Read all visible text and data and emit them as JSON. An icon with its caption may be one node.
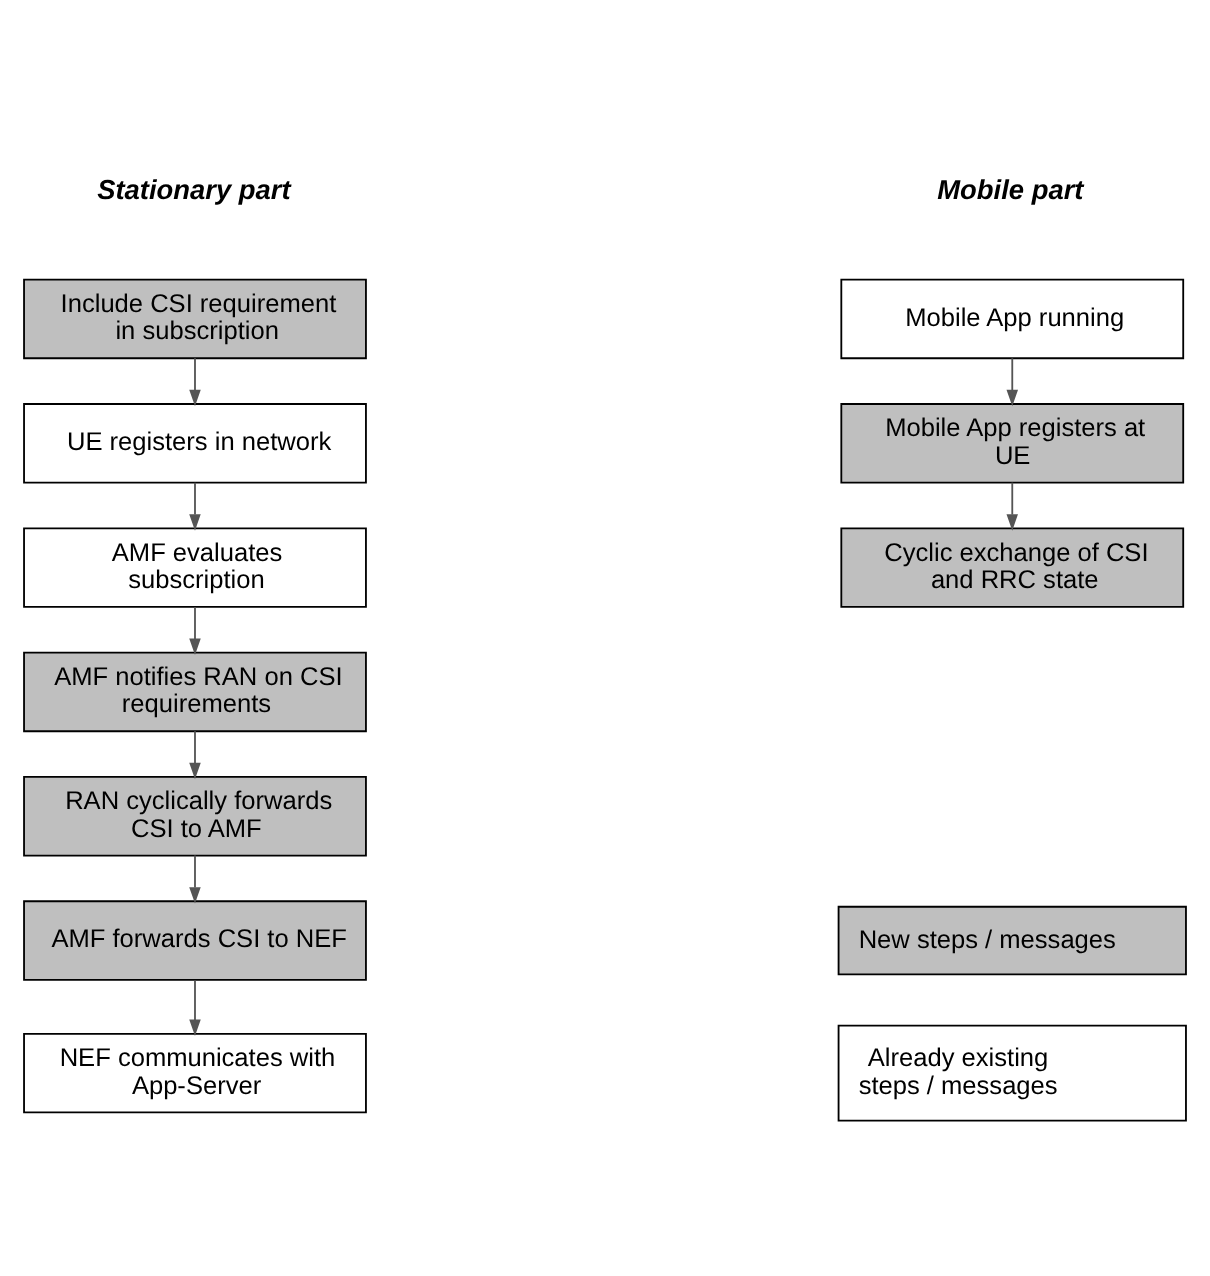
{
  "diagram": {
    "nodes": [
      {
        "text": [
          "Include CSI requirement in subscription"
        ]
      },
      {
        "text": [
          "UE registers in network"
        ]
      },
      {
        "text": [
          "AMF evaluates subscription"
        ]
      },
      {
        "text": [
          "AMF notifies RAN on CSI requirements"
        ]
      },
      {
        "text": [
          "RAN cyclically forwards CSI to AMF"
        ]
      },
      {
        "text": [
          "AMF forwards CSI to NEF"
        ]
      },
      {
        "text": [
          "NEF communicates with App-Server"
        ]
      },
      {
        "text": [
          "Mobile App running"
        ]
      },
      {
        "text": [
          "Mobile App registers at UE"
        ]
      },
      {
        "text": [
          "Cyclic exchange of CSI and RRC state"
        ]
      }
    ],
    "edges": [
      {
        "from": 0,
        "to": 1,
        "arrow": "to"
      },
      {
        "from": 1,
        "to": 2,
        "arrow": "to"
      },
      {
        "from": 2,
        "to": 3,
        "arrow": "to"
      },
      {
        "from": 3,
        "to": 4,
        "arrow": "to"
      },
      {
        "from": 4,
        "to": 5,
        "arrow": "to"
      },
      {
        "from": 5,
        "to": 6,
        "arrow": "to"
      },
      {
        "from": 7,
        "to": 8,
        "arrow": "to"
      },
      {
        "from": 8,
        "to": 9,
        "arrow": "to"
      }
    ],
    "labels": [
      "Stationary part",
      "Mobile part"
    ],
    "legend": [
      {
        "text": "New steps / messages",
        "color": "#bfbfbf"
      },
      {
        "text": "Already existing steps / messages",
        "color": "#ffffff"
      }
    ]
  }
}
